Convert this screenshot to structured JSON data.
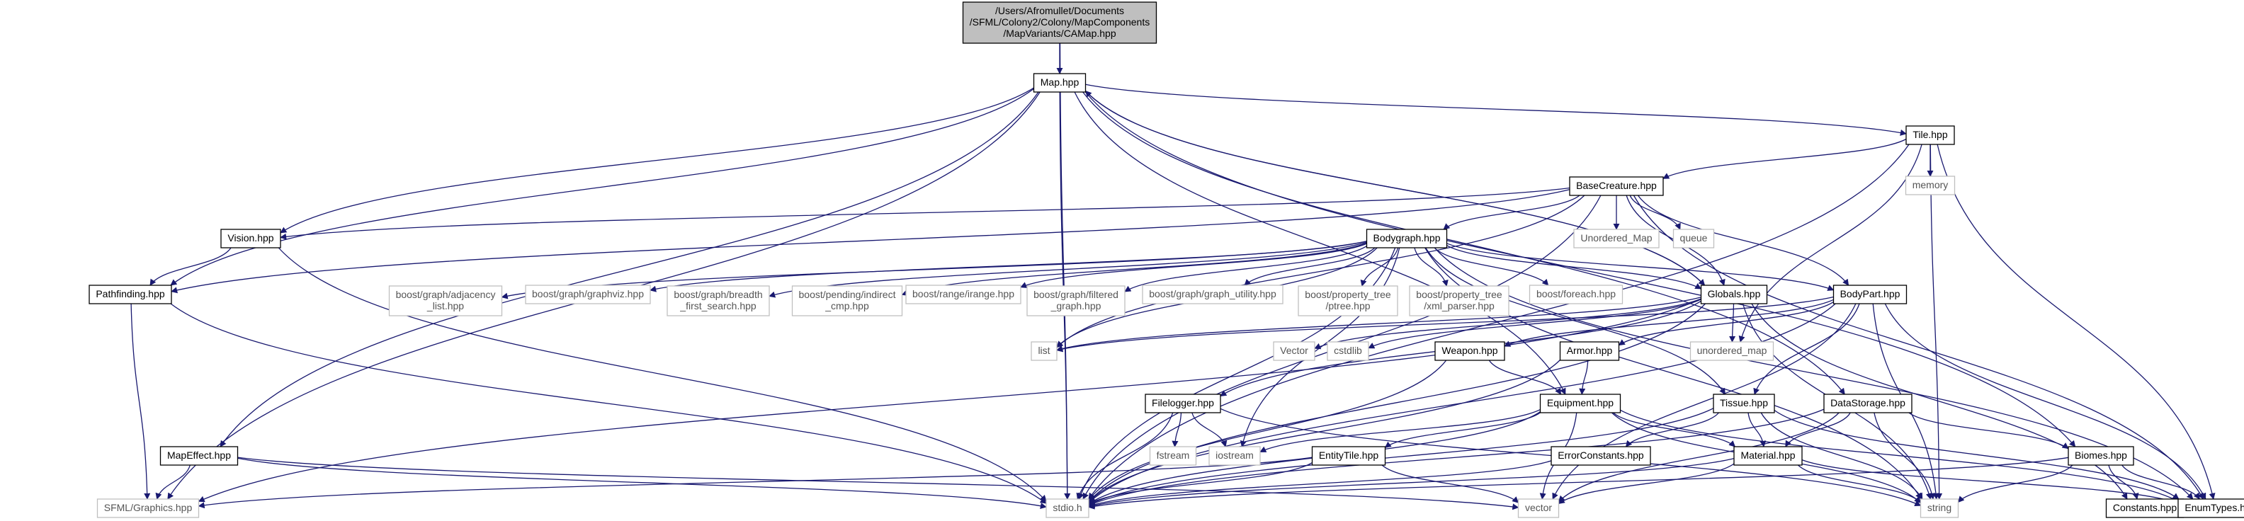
{
  "graph": {
    "edge_color": "#191970",
    "root_fill": "#bfbfbf",
    "sys_border": "#bfbfbf",
    "nodes": [
      {
        "id": "root",
        "kind": "root",
        "lines": [
          "/Users/Afromullet/Documents",
          "/SFML/Colony2/Colony/MapComponents",
          "/MapVariants/CAMap.hpp"
        ]
      },
      {
        "id": "map",
        "kind": "hdr",
        "lines": [
          "Map.hpp"
        ]
      },
      {
        "id": "tile",
        "kind": "hdr",
        "lines": [
          "Tile.hpp"
        ]
      },
      {
        "id": "memory",
        "kind": "sys",
        "lines": [
          "memory"
        ]
      },
      {
        "id": "basecreature",
        "kind": "hdr",
        "lines": [
          "BaseCreature.hpp"
        ]
      },
      {
        "id": "unordered_map_cap",
        "kind": "sys",
        "lines": [
          "Unordered_Map"
        ]
      },
      {
        "id": "queue",
        "kind": "sys",
        "lines": [
          "queue"
        ]
      },
      {
        "id": "vision",
        "kind": "hdr",
        "lines": [
          "Vision.hpp"
        ]
      },
      {
        "id": "bodygraph",
        "kind": "hdr",
        "lines": [
          "Bodygraph.hpp"
        ]
      },
      {
        "id": "pathfinding",
        "kind": "hdr",
        "lines": [
          "Pathfinding.hpp"
        ]
      },
      {
        "id": "adjacency",
        "kind": "sys",
        "lines": [
          "boost/graph/adjacency",
          "_list.hpp"
        ]
      },
      {
        "id": "graphviz",
        "kind": "sys",
        "lines": [
          "boost/graph/graphviz.hpp"
        ]
      },
      {
        "id": "bfs",
        "kind": "sys",
        "lines": [
          "boost/graph/breadth",
          "_first_search.hpp"
        ]
      },
      {
        "id": "indirect",
        "kind": "sys",
        "lines": [
          "boost/pending/indirect",
          "_cmp.hpp"
        ]
      },
      {
        "id": "irange",
        "kind": "sys",
        "lines": [
          "boost/range/irange.hpp"
        ]
      },
      {
        "id": "filtered",
        "kind": "sys",
        "lines": [
          "boost/graph/filtered",
          "_graph.hpp"
        ]
      },
      {
        "id": "graphutil",
        "kind": "sys",
        "lines": [
          "boost/graph/graph_utility.hpp"
        ]
      },
      {
        "id": "ptree",
        "kind": "sys",
        "lines": [
          "boost/property_tree",
          "/ptree.hpp"
        ]
      },
      {
        "id": "xmlparser",
        "kind": "sys",
        "lines": [
          "boost/property_tree",
          "/xml_parser.hpp"
        ]
      },
      {
        "id": "foreach",
        "kind": "sys",
        "lines": [
          "boost/foreach.hpp"
        ]
      },
      {
        "id": "globals",
        "kind": "hdr",
        "lines": [
          "Globals.hpp"
        ]
      },
      {
        "id": "bodypart",
        "kind": "hdr",
        "lines": [
          "BodyPart.hpp"
        ]
      },
      {
        "id": "list",
        "kind": "sys",
        "lines": [
          "list"
        ]
      },
      {
        "id": "vector_cap",
        "kind": "sys",
        "lines": [
          "Vector"
        ]
      },
      {
        "id": "cstdlib",
        "kind": "sys",
        "lines": [
          "cstdlib"
        ]
      },
      {
        "id": "weapon",
        "kind": "hdr",
        "lines": [
          "Weapon.hpp"
        ]
      },
      {
        "id": "armor",
        "kind": "hdr",
        "lines": [
          "Armor.hpp"
        ]
      },
      {
        "id": "unordered_map",
        "kind": "sys",
        "lines": [
          "unordered_map"
        ]
      },
      {
        "id": "filelogger",
        "kind": "hdr",
        "lines": [
          "Filelogger.hpp"
        ]
      },
      {
        "id": "equipment",
        "kind": "hdr",
        "lines": [
          "Equipment.hpp"
        ]
      },
      {
        "id": "tissue",
        "kind": "hdr",
        "lines": [
          "Tissue.hpp"
        ]
      },
      {
        "id": "datastorage",
        "kind": "hdr",
        "lines": [
          "DataStorage.hpp"
        ]
      },
      {
        "id": "mapeffect",
        "kind": "hdr",
        "lines": [
          "MapEffect.hpp"
        ]
      },
      {
        "id": "fstream",
        "kind": "sys",
        "lines": [
          "fstream"
        ]
      },
      {
        "id": "iostream",
        "kind": "sys",
        "lines": [
          "iostream"
        ]
      },
      {
        "id": "entitytile",
        "kind": "hdr",
        "lines": [
          "EntityTile.hpp"
        ]
      },
      {
        "id": "errorconstants",
        "kind": "hdr",
        "lines": [
          "ErrorConstants.hpp"
        ]
      },
      {
        "id": "material",
        "kind": "hdr",
        "lines": [
          "Material.hpp"
        ]
      },
      {
        "id": "biomes",
        "kind": "hdr",
        "lines": [
          "Biomes.hpp"
        ]
      },
      {
        "id": "sfmlgraphics",
        "kind": "sys",
        "lines": [
          "SFML/Graphics.hpp"
        ]
      },
      {
        "id": "stdio",
        "kind": "sys",
        "lines": [
          "stdio.h"
        ]
      },
      {
        "id": "vector",
        "kind": "sys",
        "lines": [
          "vector"
        ]
      },
      {
        "id": "string",
        "kind": "sys",
        "lines": [
          "string"
        ]
      },
      {
        "id": "constants",
        "kind": "hdr",
        "lines": [
          "Constants.hpp"
        ]
      },
      {
        "id": "enumtypes",
        "kind": "hdr",
        "lines": [
          "EnumTypes.hpp"
        ]
      }
    ],
    "edges": [
      [
        "root",
        "map"
      ],
      [
        "root",
        "stdio"
      ],
      [
        "map",
        "tile"
      ],
      [
        "map",
        "vision"
      ],
      [
        "map",
        "pathfinding"
      ],
      [
        "map",
        "mapeffect"
      ],
      [
        "map",
        "globals"
      ],
      [
        "map",
        "stdio"
      ],
      [
        "map",
        "sfmlgraphics"
      ],
      [
        "map",
        "datastorage"
      ],
      [
        "map",
        "biomes"
      ],
      [
        "map",
        "equipment"
      ],
      [
        "tile",
        "basecreature"
      ],
      [
        "tile",
        "memory"
      ],
      [
        "tile",
        "stdio"
      ],
      [
        "tile",
        "string"
      ],
      [
        "tile",
        "unordered_map"
      ],
      [
        "tile",
        "enumtypes"
      ],
      [
        "basecreature",
        "bodygraph"
      ],
      [
        "basecreature",
        "vision"
      ],
      [
        "basecreature",
        "pathfinding"
      ],
      [
        "basecreature",
        "unordered_map_cap"
      ],
      [
        "basecreature",
        "queue"
      ],
      [
        "basecreature",
        "globals"
      ],
      [
        "basecreature",
        "bodypart"
      ],
      [
        "basecreature",
        "stdio"
      ],
      [
        "basecreature",
        "list"
      ],
      [
        "basecreature",
        "enumtypes"
      ],
      [
        "vision",
        "pathfinding"
      ],
      [
        "vision",
        "stdio"
      ],
      [
        "pathfinding",
        "sfmlgraphics"
      ],
      [
        "pathfinding",
        "stdio"
      ],
      [
        "bodygraph",
        "adjacency"
      ],
      [
        "bodygraph",
        "graphviz"
      ],
      [
        "bodygraph",
        "bfs"
      ],
      [
        "bodygraph",
        "indirect"
      ],
      [
        "bodygraph",
        "irange"
      ],
      [
        "bodygraph",
        "filtered"
      ],
      [
        "bodygraph",
        "graphutil"
      ],
      [
        "bodygraph",
        "ptree"
      ],
      [
        "bodygraph",
        "xmlparser"
      ],
      [
        "bodygraph",
        "foreach"
      ],
      [
        "bodygraph",
        "globals"
      ],
      [
        "bodygraph",
        "bodypart"
      ],
      [
        "bodygraph",
        "list"
      ],
      [
        "bodygraph",
        "iostream"
      ],
      [
        "bodygraph",
        "stdio"
      ],
      [
        "bodygraph",
        "string"
      ],
      [
        "bodygraph",
        "tissue"
      ],
      [
        "bodygraph",
        "enumtypes"
      ],
      [
        "globals",
        "list"
      ],
      [
        "globals",
        "vector_cap"
      ],
      [
        "globals",
        "cstdlib"
      ],
      [
        "globals",
        "unordered_map"
      ],
      [
        "globals",
        "filelogger"
      ],
      [
        "globals",
        "stdio"
      ],
      [
        "globals",
        "sfmlgraphics"
      ],
      [
        "globals",
        "string"
      ],
      [
        "globals",
        "constants"
      ],
      [
        "globals",
        "map"
      ],
      [
        "bodypart",
        "weapon"
      ],
      [
        "bodypart",
        "armor"
      ],
      [
        "bodypart",
        "list"
      ],
      [
        "bodypart",
        "tissue"
      ],
      [
        "bodypart",
        "string"
      ],
      [
        "bodypart",
        "vector"
      ],
      [
        "bodypart",
        "enumtypes"
      ],
      [
        "bodypart",
        "stdio"
      ],
      [
        "weapon",
        "equipment"
      ],
      [
        "weapon",
        "stdio"
      ],
      [
        "armor",
        "equipment"
      ],
      [
        "armor",
        "stdio"
      ],
      [
        "filelogger",
        "fstream"
      ],
      [
        "filelogger",
        "iostream"
      ],
      [
        "filelogger",
        "stdio"
      ],
      [
        "filelogger",
        "string"
      ],
      [
        "equipment",
        "entitytile"
      ],
      [
        "equipment",
        "material"
      ],
      [
        "equipment",
        "iostream"
      ],
      [
        "equipment",
        "stdio"
      ],
      [
        "equipment",
        "string"
      ],
      [
        "equipment",
        "enumtypes"
      ],
      [
        "equipment",
        "vector"
      ],
      [
        "tissue",
        "material"
      ],
      [
        "tissue",
        "errorconstants"
      ],
      [
        "tissue",
        "string"
      ],
      [
        "tissue",
        "stdio"
      ],
      [
        "tissue",
        "enumtypes"
      ],
      [
        "datastorage",
        "material"
      ],
      [
        "datastorage",
        "biomes"
      ],
      [
        "datastorage",
        "stdio"
      ],
      [
        "datastorage",
        "vector"
      ],
      [
        "datastorage",
        "string"
      ],
      [
        "mapeffect",
        "sfmlgraphics"
      ],
      [
        "mapeffect",
        "stdio"
      ],
      [
        "mapeffect",
        "vector"
      ],
      [
        "entitytile",
        "sfmlgraphics"
      ],
      [
        "entitytile",
        "stdio"
      ],
      [
        "entitytile",
        "vector"
      ],
      [
        "errorconstants",
        "stdio"
      ],
      [
        "material",
        "stdio"
      ],
      [
        "material",
        "vector"
      ],
      [
        "material",
        "string"
      ],
      [
        "material",
        "enumtypes"
      ],
      [
        "biomes",
        "constants"
      ],
      [
        "biomes",
        "enumtypes"
      ],
      [
        "biomes",
        "string"
      ],
      [
        "biomes",
        "stdio"
      ]
    ]
  }
}
